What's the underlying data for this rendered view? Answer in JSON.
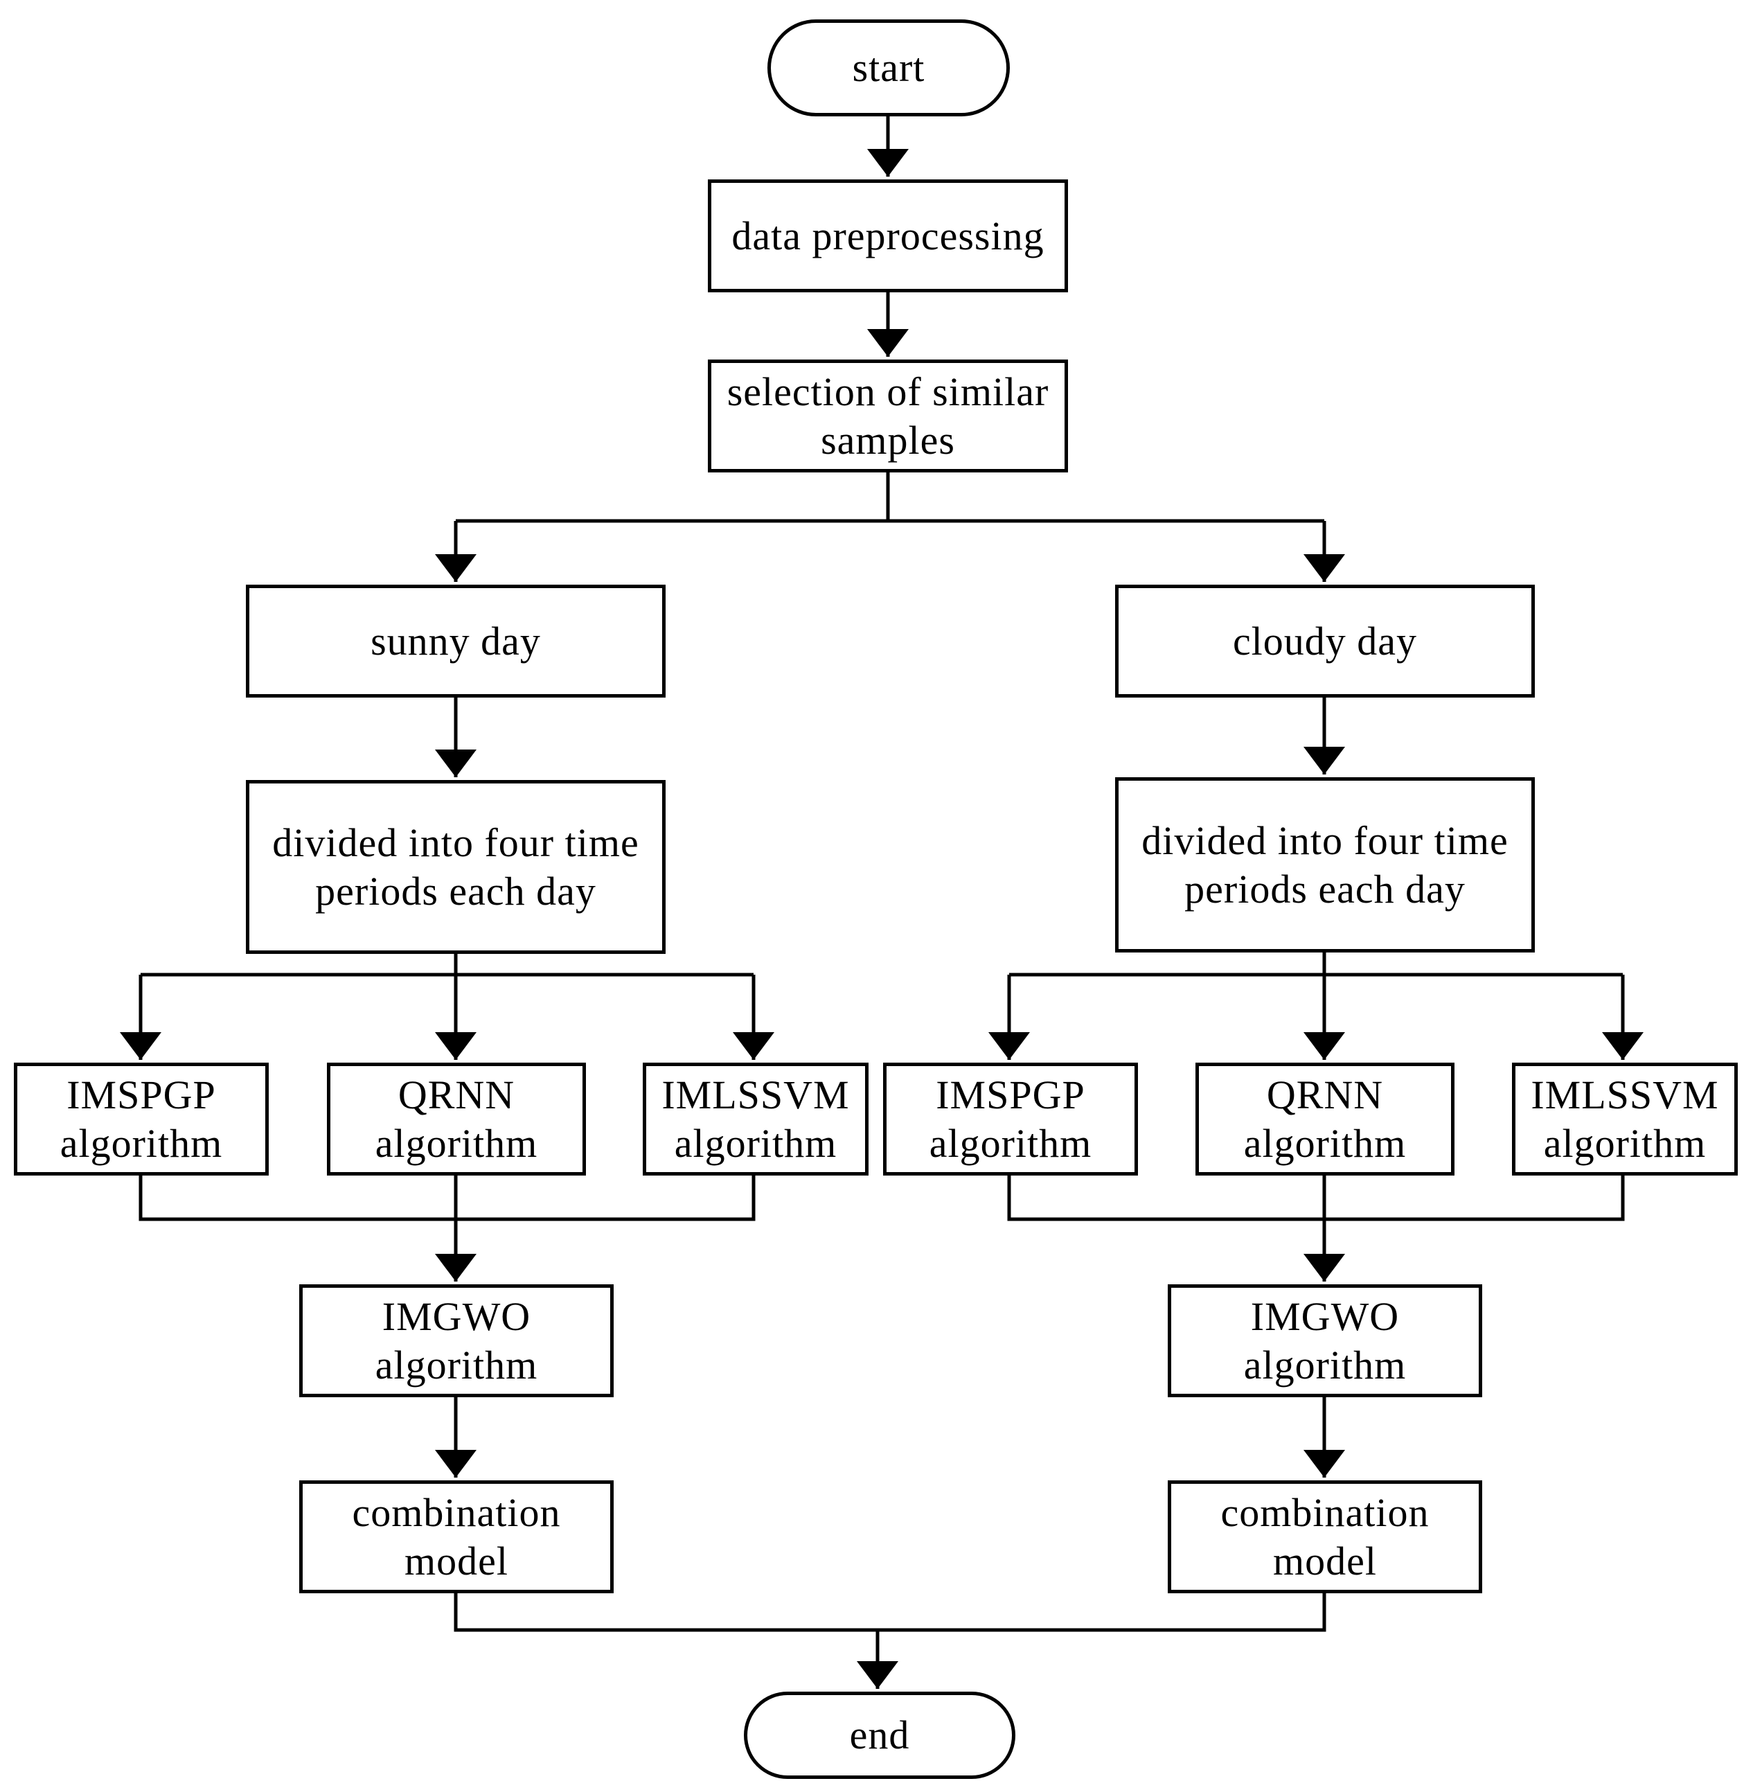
{
  "start": {
    "label": "start"
  },
  "preprocess": {
    "line1": "data preprocessing"
  },
  "selection": {
    "line1": "selection of similar",
    "line2": "samples"
  },
  "sunny": {
    "day": "sunny day",
    "divide": {
      "line1": "divided into four time",
      "line2": "periods each day"
    },
    "imspgp": {
      "line1": "IMSPGP",
      "line2": "algorithm"
    },
    "qrnn": {
      "line1": "QRNN",
      "line2": "algorithm"
    },
    "imlssvm": {
      "line1": "IMLSSVM",
      "line2": "algorithm"
    },
    "imgwo": {
      "line1": "IMGWO",
      "line2": "algorithm"
    },
    "combo": {
      "line1": "combination",
      "line2": "model"
    }
  },
  "cloudy": {
    "day": "cloudy day",
    "divide": {
      "line1": "divided into four time",
      "line2": "periods each day"
    },
    "imspgp": {
      "line1": "IMSPGP",
      "line2": "algorithm"
    },
    "qrnn": {
      "line1": "QRNN",
      "line2": "algorithm"
    },
    "imlssvm": {
      "line1": "IMLSSVM",
      "line2": "algorithm"
    },
    "imgwo": {
      "line1": "IMGWO",
      "line2": "algorithm"
    },
    "combo": {
      "line1": "combination",
      "line2": "model"
    }
  },
  "end": {
    "label": "end"
  }
}
